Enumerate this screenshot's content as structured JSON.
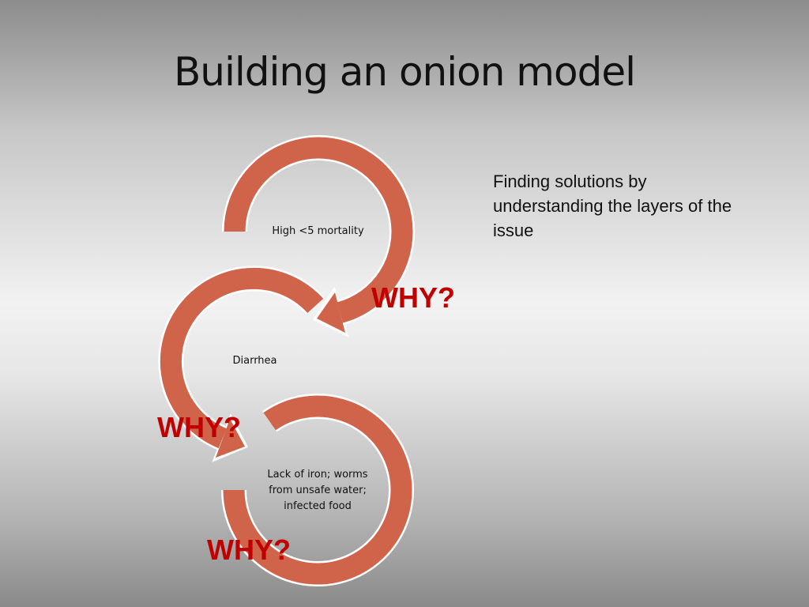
{
  "title": "Building an onion model",
  "side_text": "Finding solutions by understanding the layers of the issue",
  "layers": [
    {
      "label": "High <5 mortality"
    },
    {
      "label": "Diarrhea"
    },
    {
      "label": "Lack of iron; worms from unsafe water; infected food"
    }
  ],
  "why_labels": [
    "WHY?",
    "WHY?",
    "WHY?"
  ],
  "colors": {
    "arrow": "#d0644b",
    "why": "#c00000"
  }
}
